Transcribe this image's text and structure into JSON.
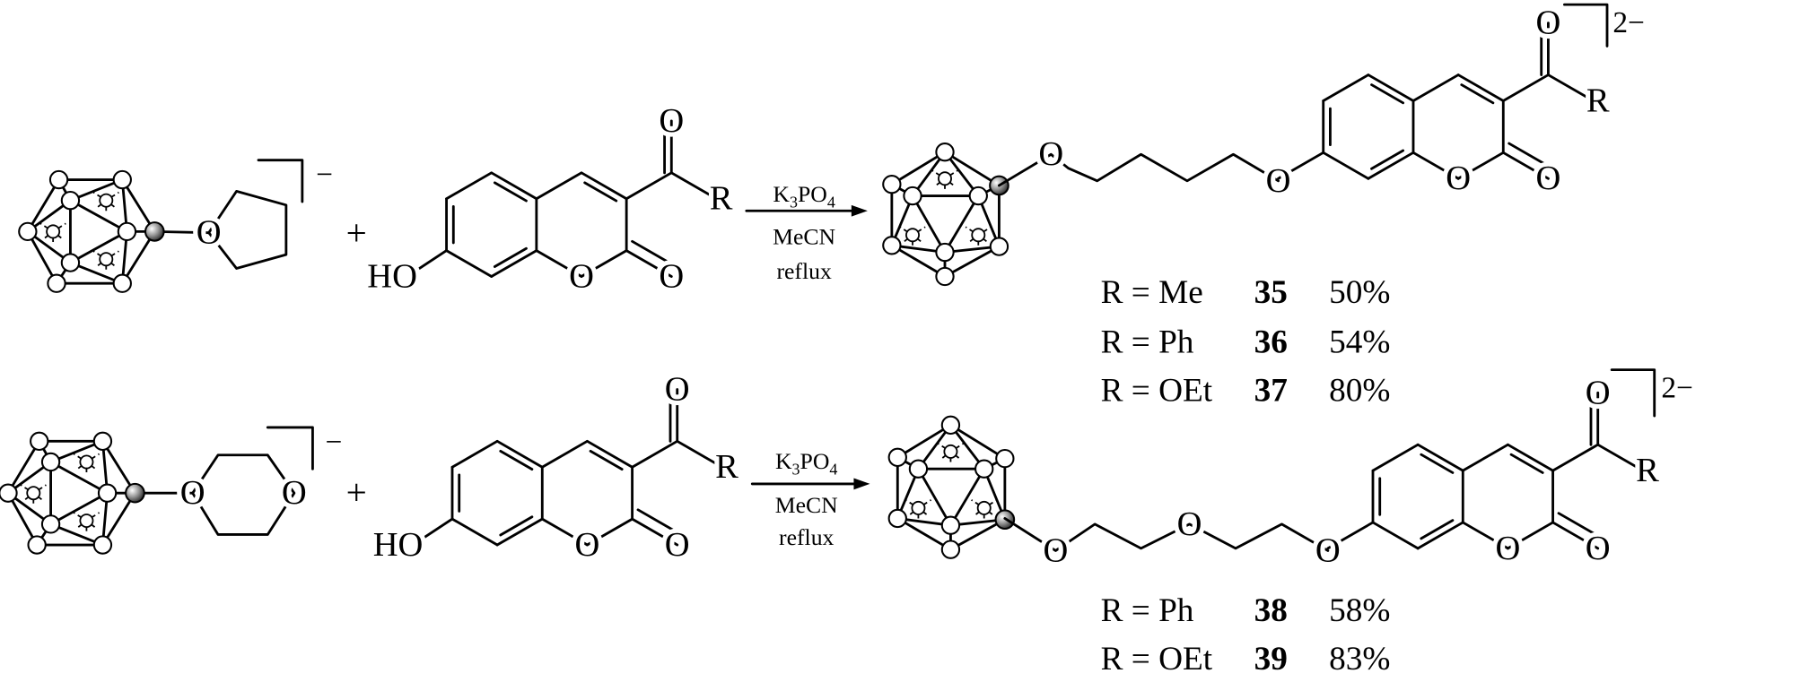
{
  "atom_o": "O",
  "reactions": [
    {
      "reactant1": {
        "charge": "−"
      },
      "plus": "+",
      "reactant2": {
        "ho": "HO",
        "r": "R"
      },
      "conditions": {
        "reagent": [
          "K",
          "3",
          "PO",
          "4"
        ],
        "solvent": "MeCN",
        "temp": "reflux"
      },
      "product": {
        "charge": "2−",
        "r": "R"
      },
      "entries": [
        {
          "r": "R = Me",
          "compound": "35",
          "yield": "50%"
        },
        {
          "r": "R = Ph",
          "compound": "36",
          "yield": "54%"
        },
        {
          "r": "R = OEt",
          "compound": "37",
          "yield": "80%"
        }
      ]
    },
    {
      "reactant1": {
        "charge": "−"
      },
      "plus": "+",
      "reactant2": {
        "ho": "HO",
        "r": "R"
      },
      "conditions": {
        "reagent": [
          "K",
          "3",
          "PO",
          "4"
        ],
        "solvent": "MeCN",
        "temp": "reflux"
      },
      "product": {
        "charge": "2−",
        "r": "R"
      },
      "entries": [
        {
          "r": "R = Ph",
          "compound": "38",
          "yield": "58%"
        },
        {
          "r": "R = OEt",
          "compound": "39",
          "yield": "83%"
        }
      ]
    }
  ]
}
